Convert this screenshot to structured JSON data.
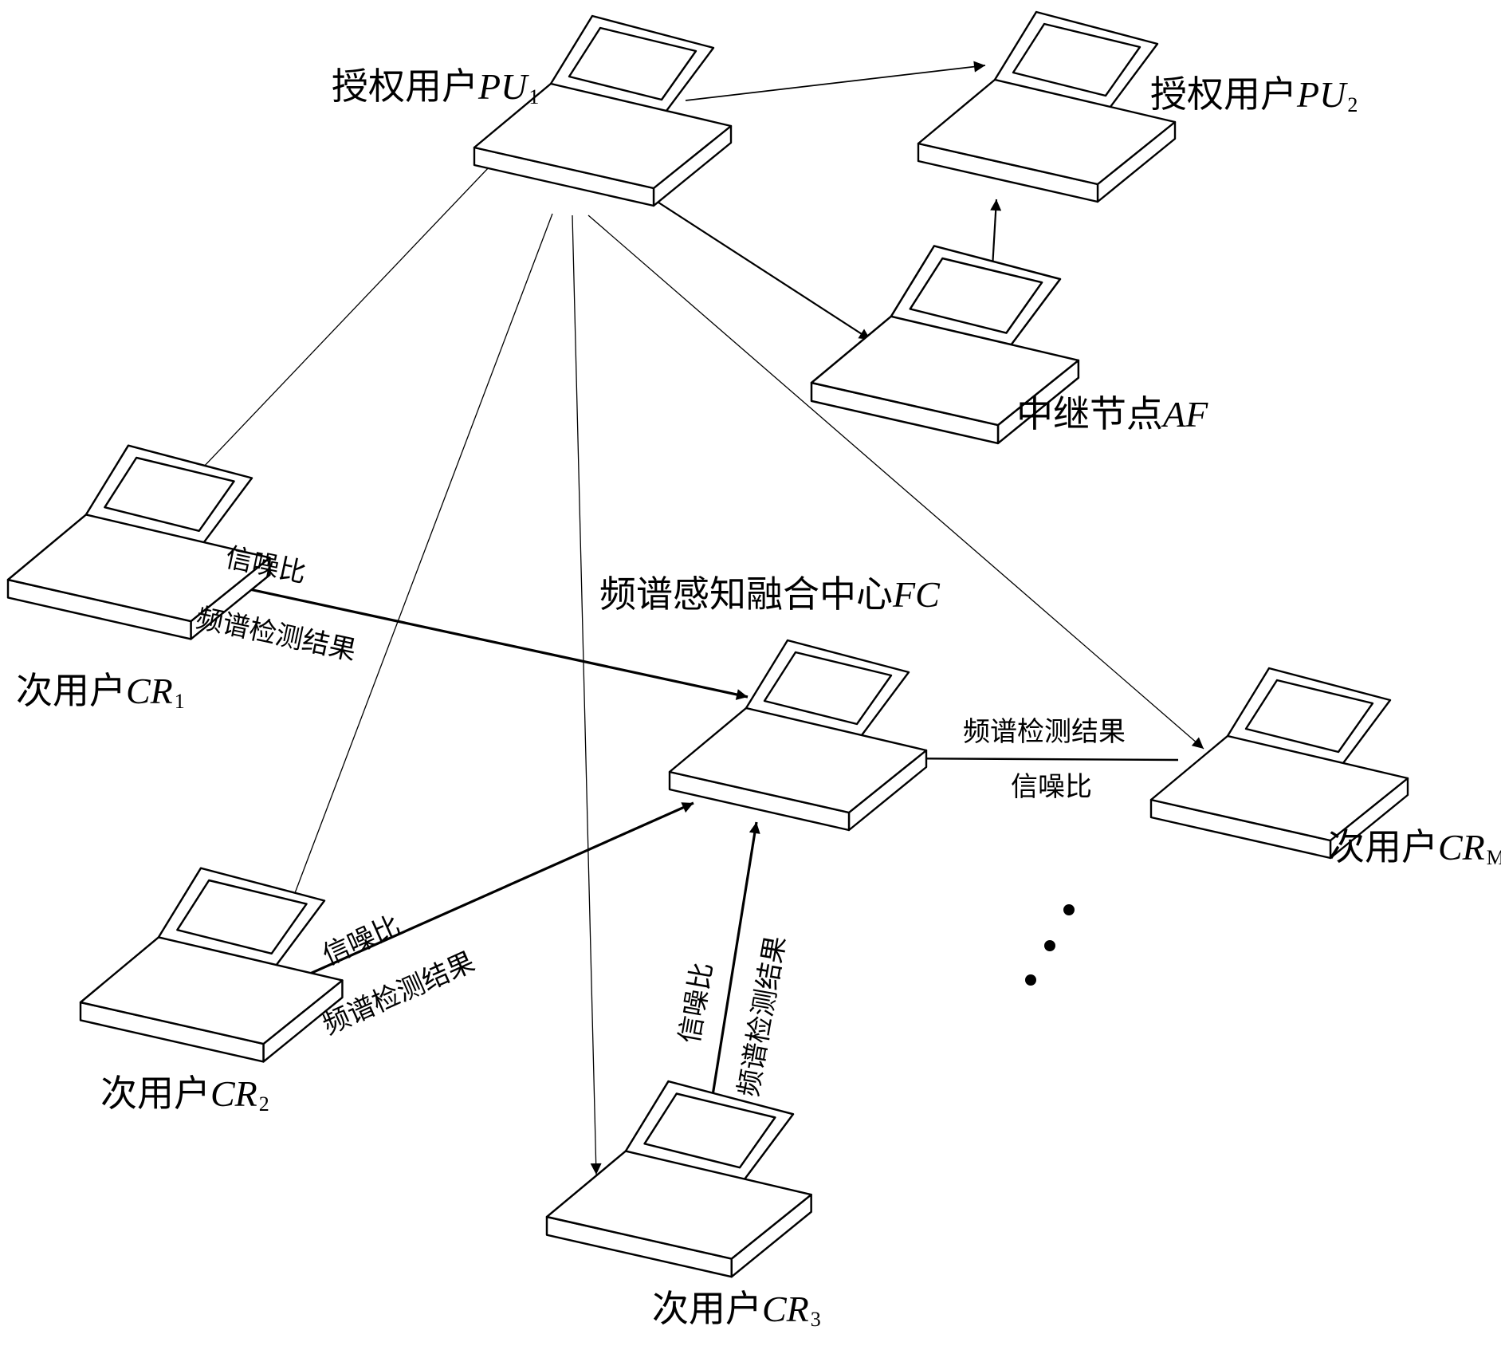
{
  "nodes": {
    "pu1": {
      "name": "授权用户",
      "symbol": "PU",
      "sub": "1"
    },
    "pu2": {
      "name": "授权用户",
      "symbol": "PU",
      "sub": "2"
    },
    "af": {
      "name": "中继节点",
      "symbol": "AF",
      "sub": ""
    },
    "fc": {
      "name": "频谱感知融合中心",
      "symbol": "FC",
      "sub": ""
    },
    "cr1": {
      "name": "次用户",
      "symbol": "CR",
      "sub": "1"
    },
    "cr2": {
      "name": "次用户",
      "symbol": "CR",
      "sub": "2"
    },
    "cr3": {
      "name": "次用户",
      "symbol": "CR",
      "sub": "3"
    },
    "crm": {
      "name": "次用户",
      "symbol": "CR",
      "sub": "M"
    }
  },
  "edge_labels": {
    "cr1": {
      "snr": "信噪比",
      "result": "频谱检测结果"
    },
    "cr2": {
      "snr": "信噪比",
      "result": "频谱检测结果"
    },
    "cr3": {
      "snr": "信噪比",
      "result": "频谱检测结果"
    },
    "crm": {
      "snr": "信噪比",
      "result": "频谱检测结果"
    }
  },
  "colors": {
    "line": "#000000",
    "background": "#ffffff"
  }
}
